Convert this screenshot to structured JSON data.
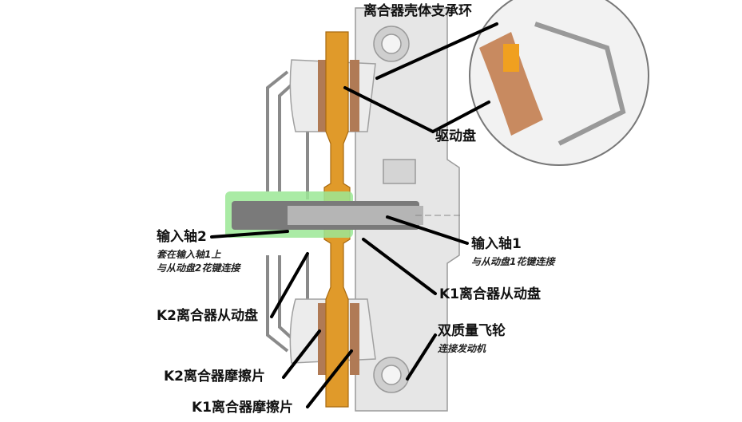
{
  "labels": {
    "housing_ring": "离合器壳体支承环",
    "drive_plate": "驱动盘",
    "input_shaft_2": "输入轴2",
    "input_shaft_2_sub1": "套在输入轴1上",
    "input_shaft_2_sub2": "与从动盘2花键连接",
    "input_shaft_1": "输入轴1",
    "input_shaft_1_sub": "与从动盘1花键连接",
    "k1_driven_plate": "K1离合器从动盘",
    "k2_driven_plate": "K2离合器从动盘",
    "dual_mass_flywheel": "双质量飞轮",
    "dual_mass_flywheel_sub": "连接发动机",
    "k2_friction_plate": "K2离合器摩擦片",
    "k1_friction_plate": "K1离合器摩擦片"
  },
  "colors": {
    "drive_plate": "#e09a2a",
    "shaft_highlight": "#7fe07a",
    "housing": "#d8d8d8",
    "leader": "#000000"
  }
}
